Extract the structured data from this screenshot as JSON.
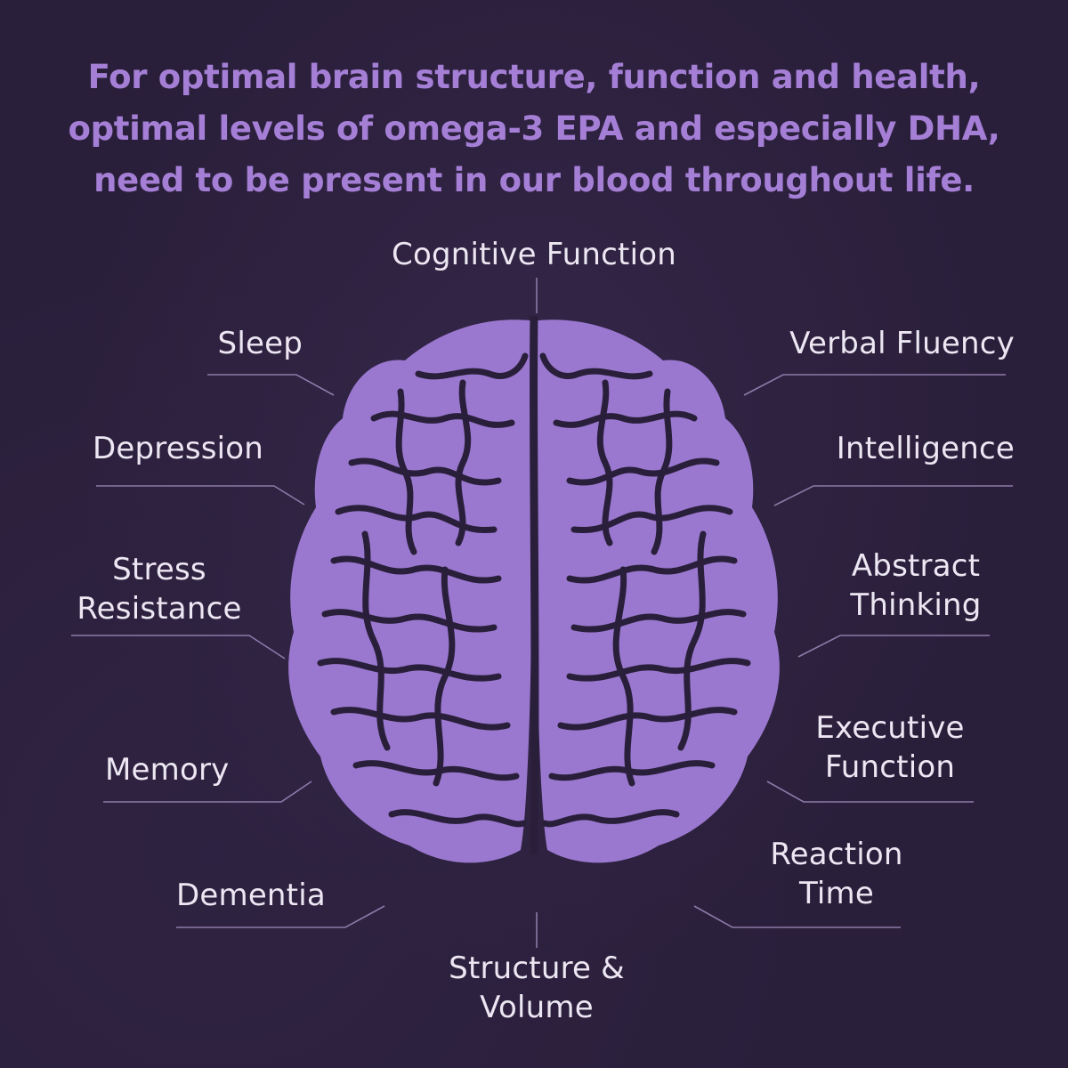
{
  "headline": {
    "lines": [
      "For optimal brain structure, function and health,",
      "optimal levels of omega-3 EPA and especially DHA,",
      "need to be present in our blood throughout life."
    ]
  },
  "labels": {
    "cognitive_function": "Cognitive Function",
    "sleep": "Sleep",
    "depression": "Depression",
    "stress_resistance": [
      "Stress",
      "Resistance"
    ],
    "memory": "Memory",
    "dementia": "Dementia",
    "structure_volume": [
      "Structure &",
      "Volume"
    ],
    "verbal_fluency": "Verbal Fluency",
    "intelligence": "Intelligence",
    "abstract_thinking": [
      "Abstract",
      "Thinking"
    ],
    "executive_function": [
      "Executive",
      "Function"
    ],
    "reaction_time": [
      "Reaction",
      "Time"
    ]
  },
  "colors": {
    "background": "#2a1f3b",
    "headline": "#a57fd6",
    "labels": "#ece7f2",
    "brain": "#9a78cf",
    "brain_shadow": "#2a1f3b",
    "leader_lines": "#8c7aa8"
  },
  "illustration": "brain-top-view"
}
